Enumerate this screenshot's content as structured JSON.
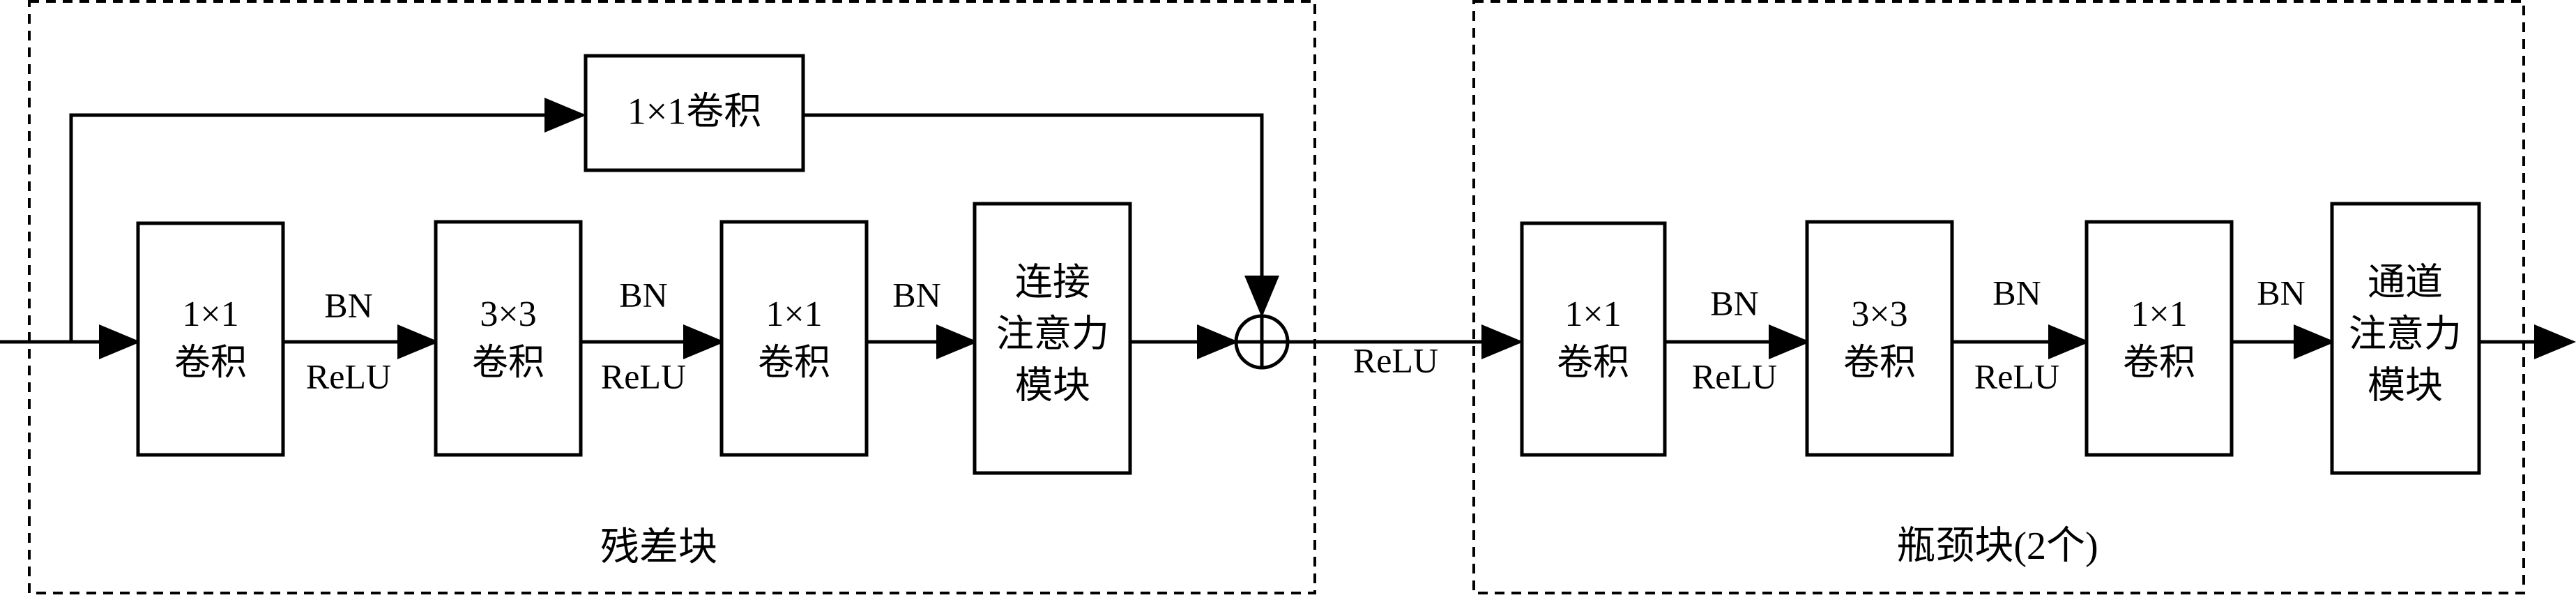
{
  "residual_group": {
    "caption": "残差块",
    "shortcut_label": "1×1卷积",
    "blocks": [
      {
        "lines": [
          "1×1",
          "卷积"
        ]
      },
      {
        "lines": [
          "3×3",
          "卷积"
        ]
      },
      {
        "lines": [
          "1×1",
          "卷积"
        ]
      },
      {
        "lines": [
          "连接",
          "注意力",
          "模块"
        ]
      }
    ],
    "edge_labels": [
      {
        "top": "BN",
        "bottom": "ReLU"
      },
      {
        "top": "BN",
        "bottom": "ReLU"
      },
      {
        "top": "BN",
        "bottom": ""
      }
    ]
  },
  "between_label": "ReLU",
  "bottleneck_group": {
    "caption": "瓶颈块(2个)",
    "blocks": [
      {
        "lines": [
          "1×1",
          "卷积"
        ]
      },
      {
        "lines": [
          "3×3",
          "卷积"
        ]
      },
      {
        "lines": [
          "1×1",
          "卷积"
        ]
      },
      {
        "lines": [
          "通道",
          "注意力",
          "模块"
        ]
      }
    ],
    "edge_labels": [
      {
        "top": "BN",
        "bottom": "ReLU"
      },
      {
        "top": "BN",
        "bottom": "ReLU"
      },
      {
        "top": "BN",
        "bottom": ""
      }
    ]
  },
  "colors": {
    "stroke": "#000000",
    "background": "#ffffff"
  }
}
